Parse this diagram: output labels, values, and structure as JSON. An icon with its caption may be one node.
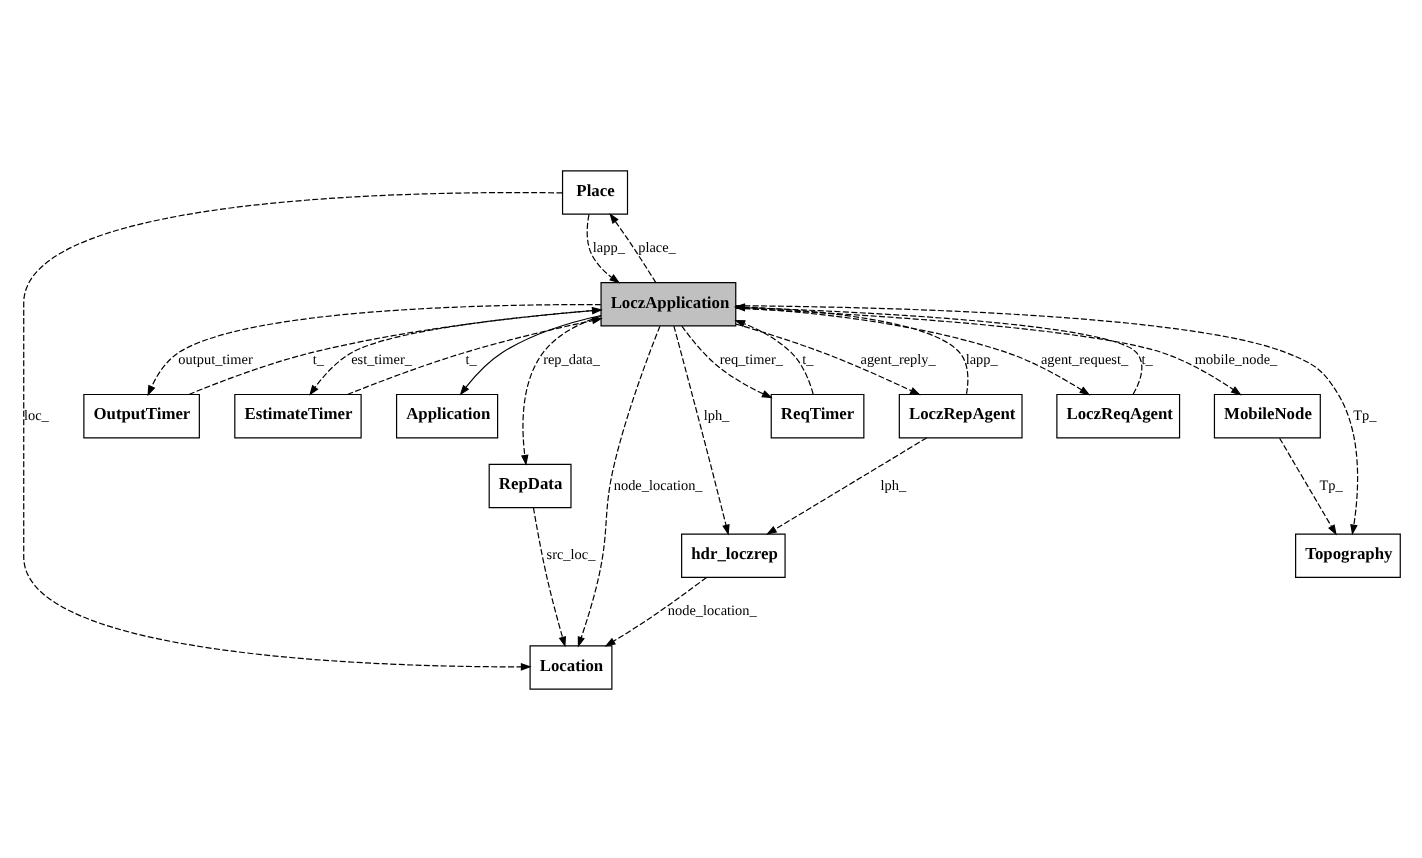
{
  "diagram": {
    "nodes": [
      {
        "text": [
          "Place"
        ]
      },
      {
        "text": [
          "Application"
        ]
      },
      {
        "text": [
          "OutputTimer"
        ]
      },
      {
        "text": [
          "RepData"
        ]
      },
      {
        "text": [
          "EstimateTimer"
        ]
      },
      {
        "text": [
          "Location"
        ]
      },
      {
        "text": [
          "LoczApplication"
        ]
      },
      {
        "text": [
          "hdr_loczrep"
        ]
      },
      {
        "text": [
          "ReqTimer"
        ]
      },
      {
        "text": [
          "LoczRepAgent"
        ]
      },
      {
        "text": [
          "LoczReqAgent"
        ]
      },
      {
        "text": [
          "MobileNode"
        ]
      },
      {
        "text": [
          "Topography"
        ]
      }
    ],
    "edges": [
      {
        "from": 0,
        "to": 5,
        "arrow": "to",
        "label": "loc_",
        "style": "dashed"
      },
      {
        "from": 0,
        "to": 6,
        "arrow": "to",
        "label": "lapp_",
        "style": "dashed"
      },
      {
        "from": 6,
        "to": 0,
        "arrow": "to",
        "label": "place_",
        "style": "dashed"
      },
      {
        "from": 6,
        "to": 1,
        "arrow": "to"
      },
      {
        "from": 2,
        "to": 6,
        "arrow": "to",
        "label": "t_",
        "style": "dashed"
      },
      {
        "from": 6,
        "to": 2,
        "arrow": "to",
        "label": "output_timer",
        "style": "dashed"
      },
      {
        "from": 4,
        "to": 6,
        "arrow": "to",
        "label": "t_",
        "style": "dashed"
      },
      {
        "from": 6,
        "to": 4,
        "arrow": "to",
        "label": "est_timer_",
        "style": "dashed"
      },
      {
        "from": 8,
        "to": 6,
        "arrow": "to",
        "label": "t_",
        "style": "dashed"
      },
      {
        "from": 6,
        "to": 8,
        "arrow": "to",
        "label": "req_timer_",
        "style": "dashed"
      },
      {
        "from": 6,
        "to": 10,
        "arrow": "to",
        "label": "agent_request_",
        "style": "dashed"
      },
      {
        "from": 10,
        "to": 6,
        "arrow": "to",
        "label": "t_",
        "style": "dashed"
      },
      {
        "from": 3,
        "to": 5,
        "arrow": "to",
        "label": "src_loc_",
        "style": "dashed"
      },
      {
        "from": 6,
        "to": 3,
        "arrow": "to",
        "label": "rep_data_",
        "style": "dashed"
      },
      {
        "from": 6,
        "to": 5,
        "arrow": "to",
        "label": "node_location_",
        "style": "dashed"
      },
      {
        "from": 7,
        "to": 5,
        "arrow": "to",
        "label": "node_location_",
        "style": "dashed"
      },
      {
        "from": 6,
        "to": 7,
        "arrow": "to",
        "label": "lph_",
        "style": "dashed"
      },
      {
        "from": 9,
        "to": 7,
        "arrow": "to",
        "label": "lph_",
        "style": "dashed"
      },
      {
        "from": 9,
        "to": 6,
        "arrow": "to",
        "label": "lapp_",
        "style": "dashed"
      },
      {
        "from": 6,
        "to": 9,
        "arrow": "to",
        "label": "agent_reply_",
        "style": "dashed"
      },
      {
        "from": 6,
        "to": 11,
        "arrow": "to",
        "label": "mobile_node_",
        "style": "dashed"
      },
      {
        "from": 11,
        "to": 12,
        "arrow": "to",
        "label": "Tp_",
        "style": "dashed"
      },
      {
        "from": 6,
        "to": 12,
        "arrow": "to",
        "label": "Tp_",
        "style": "dashed"
      }
    ]
  }
}
